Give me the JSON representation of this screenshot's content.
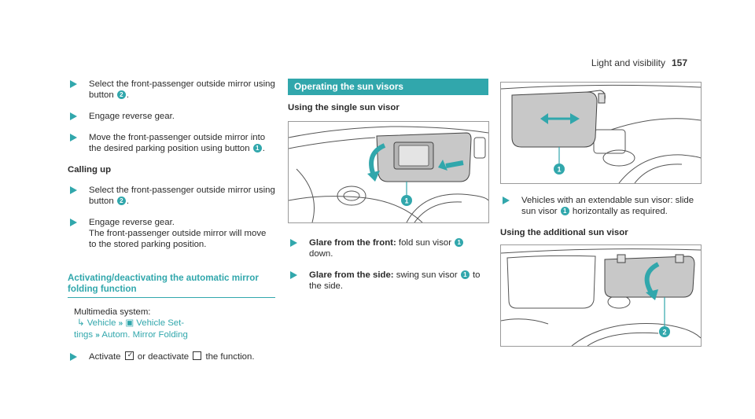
{
  "header": {
    "section": "Light and visibility",
    "page": "157"
  },
  "col1": {
    "steps_a": [
      {
        "pre": "Select the front-passenger outside mirror using button ",
        "badge": "2",
        "post": "."
      },
      {
        "pre": "Engage reverse gear.",
        "badge": "",
        "post": ""
      },
      {
        "pre": "Move the front-passenger outside mirror into the desired parking position using button ",
        "badge": "1",
        "post": "."
      }
    ],
    "calling_up": "Calling up",
    "steps_b": [
      {
        "pre": "Select the front-passenger outside mirror using button ",
        "badge": "2",
        "post": "."
      },
      {
        "pre": "Engage reverse gear.",
        "second": "The front-passenger outside mirror will move to the stored parking position."
      }
    ],
    "section_title": "Activating/deactivating the automatic mirror folding function",
    "menu_intro": "Multimedia system:",
    "path_1": "Vehicle",
    "path_2": "Vehicle Set-",
    "path_3": "tings",
    "path_4": "Autom. Mirror Folding",
    "activate_pre": "Activate",
    "activate_mid": "or deactivate",
    "activate_post": "the function."
  },
  "col2": {
    "band": "Operating the sun visors",
    "subtitle": "Using the single sun visor",
    "steps": [
      {
        "bold": "Glare from the front:",
        "pre": " fold sun visor ",
        "badge": "1",
        "post": " down."
      },
      {
        "bold": "Glare from the side:",
        "pre": " swing sun visor ",
        "badge": "1",
        "post": " to the side."
      }
    ],
    "fig_badge": "1"
  },
  "col3": {
    "fig1_badge": "1",
    "step": {
      "pre": "Vehicles with an extendable sun visor: slide sun visor ",
      "badge": "1",
      "post": " horizontally as required."
    },
    "subtitle": "Using the additional sun visor",
    "fig2_badge": "2"
  },
  "colors": {
    "accent": "#31a7ac",
    "visor_fill": "#c8c8c8"
  }
}
